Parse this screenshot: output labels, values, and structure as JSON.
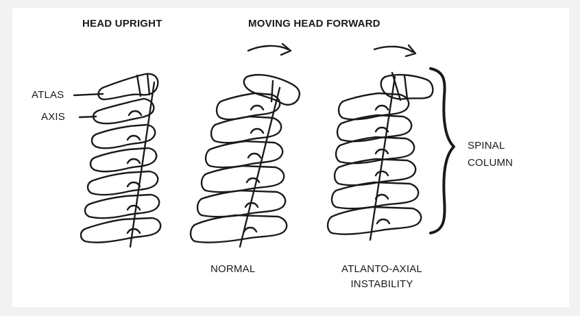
{
  "labels": {
    "head_upright": "HEAD UPRIGHT",
    "moving_head_forward": "MOVING HEAD FORWARD",
    "atlas": "ATLAS",
    "axis": "AXIS",
    "spinal_column_line1": "SPINAL",
    "spinal_column_line2": "COLUMN",
    "normal": "NORMAL",
    "atlanto_axial_line1": "ATLANTO-AXIAL",
    "atlanto_axial_line2": "INSTABILITY"
  },
  "colors": {
    "ink": "#1a1a1a",
    "background": "#ffffff"
  }
}
